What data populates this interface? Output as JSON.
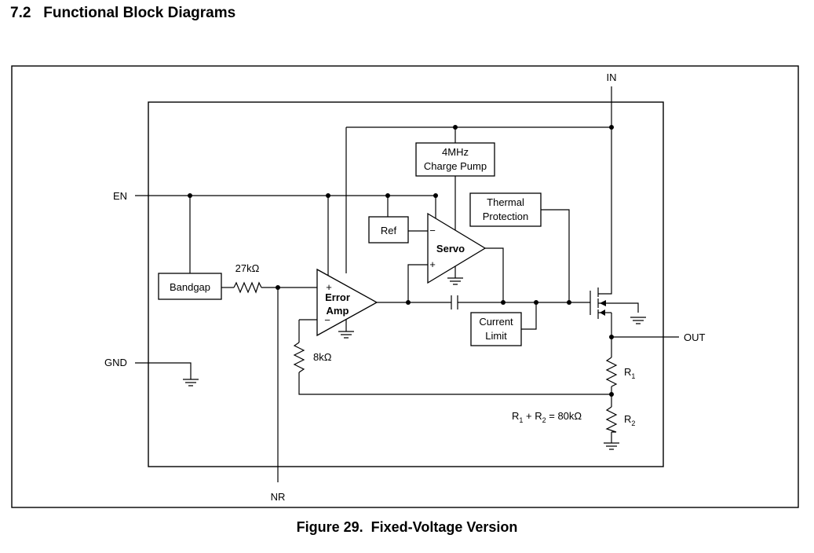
{
  "heading": "7.2   Functional Block Diagrams",
  "caption": "Figure 29.  Fixed-Voltage Version",
  "pins": {
    "in": "IN",
    "en": "EN",
    "gnd": "GND",
    "nr": "NR",
    "out": "OUT"
  },
  "blocks": {
    "charge_pump_line1": "4MHz",
    "charge_pump_line2": "Charge Pump",
    "thermal_line1": "Thermal",
    "thermal_line2": "Protection",
    "ref": "Ref",
    "bandgap": "Bandgap",
    "current_limit_line1": "Current",
    "current_limit_line2": "Limit"
  },
  "amplifiers": {
    "servo": "Servo",
    "error_line1": "Error",
    "error_line2": "Amp",
    "plus": "+",
    "minus": "−"
  },
  "components": {
    "r27": "27kΩ",
    "r8": "8kΩ",
    "r1": "R",
    "r1_sub": "1",
    "r2": "R",
    "r2_sub": "2",
    "equation_r": "R",
    "equation_sub1": "1",
    "equation_mid": " + R",
    "equation_sub2": "2",
    "equation_tail": " = 80kΩ"
  }
}
